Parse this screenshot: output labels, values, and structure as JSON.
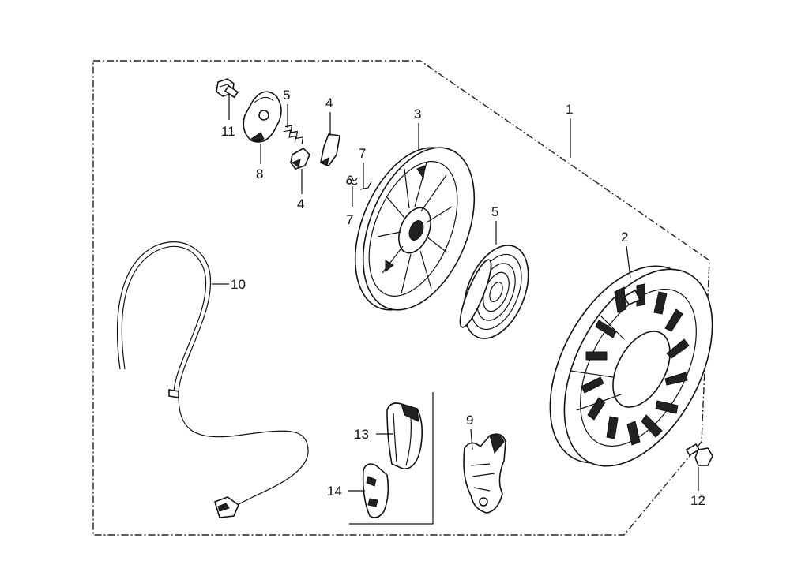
{
  "diagram": {
    "callouts": {
      "p1": "1",
      "p2": "2",
      "p3": "3",
      "p4a": "4",
      "p4b": "4",
      "p5a": "5",
      "p5b": "5",
      "p7a": "7",
      "p7b": "7",
      "p8": "8",
      "p9": "9",
      "p10": "10",
      "p11": "11",
      "p12": "12",
      "p13": "13",
      "p14": "14"
    }
  }
}
